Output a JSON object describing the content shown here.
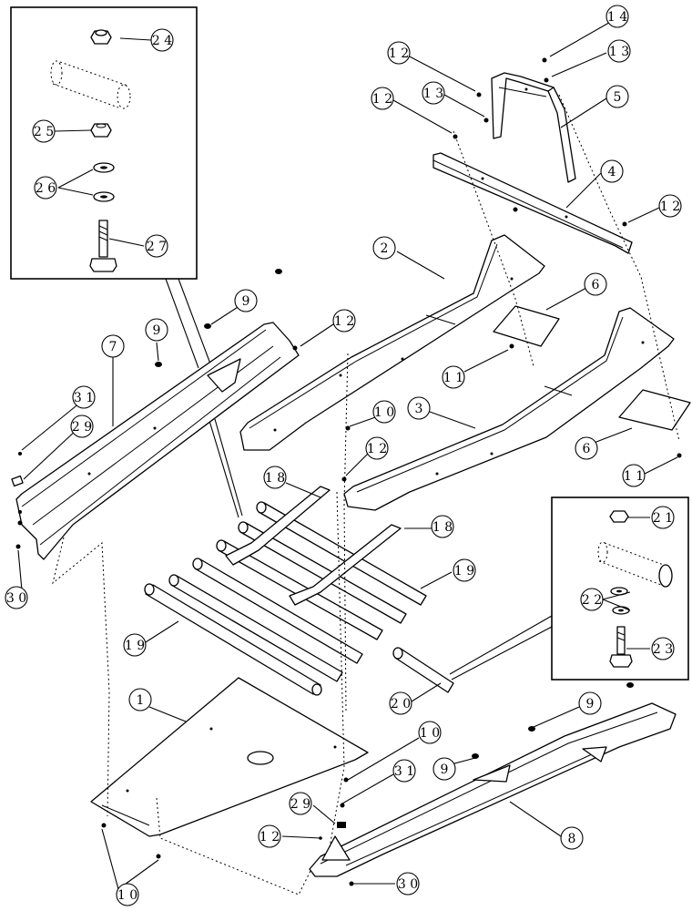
{
  "callouts": [
    {
      "id": "c24",
      "label": "2 4"
    },
    {
      "id": "c25",
      "label": "2 5"
    },
    {
      "id": "c26",
      "label": "2 6"
    },
    {
      "id": "c27",
      "label": "2 7"
    },
    {
      "id": "c14",
      "label": "1 4"
    },
    {
      "id": "c13a",
      "label": "1 3"
    },
    {
      "id": "c12a",
      "label": "1 2"
    },
    {
      "id": "c13b",
      "label": "1 3"
    },
    {
      "id": "c5",
      "label": "5"
    },
    {
      "id": "c12b",
      "label": "1 2"
    },
    {
      "id": "c4",
      "label": "4"
    },
    {
      "id": "c12c",
      "label": "1 2"
    },
    {
      "id": "c2",
      "label": "2"
    },
    {
      "id": "c6a",
      "label": "6"
    },
    {
      "id": "c9a",
      "label": "9"
    },
    {
      "id": "c9b",
      "label": "9"
    },
    {
      "id": "c12d",
      "label": "1 2"
    },
    {
      "id": "c7",
      "label": "7"
    },
    {
      "id": "c11a",
      "label": "1 1"
    },
    {
      "id": "c10a",
      "label": "1 0"
    },
    {
      "id": "c3",
      "label": "3"
    },
    {
      "id": "c31a",
      "label": "3 1"
    },
    {
      "id": "c29a",
      "label": "2 9"
    },
    {
      "id": "c6b",
      "label": "6"
    },
    {
      "id": "c12e",
      "label": "1 2"
    },
    {
      "id": "c11b",
      "label": "1 1"
    },
    {
      "id": "c18a",
      "label": "1 8"
    },
    {
      "id": "c18b",
      "label": "1 8"
    },
    {
      "id": "c21",
      "label": "2 1"
    },
    {
      "id": "c30a",
      "label": "3 0"
    },
    {
      "id": "c19a",
      "label": "1 9"
    },
    {
      "id": "c22",
      "label": "2 2"
    },
    {
      "id": "c19b",
      "label": "1 9"
    },
    {
      "id": "c23",
      "label": "2 3"
    },
    {
      "id": "c1",
      "label": "1"
    },
    {
      "id": "c20",
      "label": "2 0"
    },
    {
      "id": "c9c",
      "label": "9"
    },
    {
      "id": "c10b",
      "label": "1 0"
    },
    {
      "id": "c9d",
      "label": "9"
    },
    {
      "id": "c31b",
      "label": "3 1"
    },
    {
      "id": "c29b",
      "label": "2 9"
    },
    {
      "id": "c8",
      "label": "8"
    },
    {
      "id": "c12f",
      "label": "1 2"
    },
    {
      "id": "c10c",
      "label": "1 0"
    },
    {
      "id": "c30b",
      "label": "3 0"
    }
  ]
}
